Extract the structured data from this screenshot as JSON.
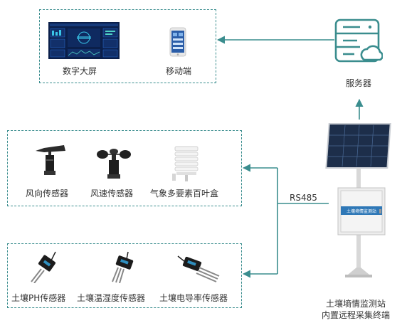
{
  "display_group": {
    "digital_screen_label": "数字大屏",
    "mobile_label": "移动端"
  },
  "server": {
    "label": "服务器"
  },
  "weather_group": {
    "wind_direction_label": "风向传感器",
    "wind_speed_label": "风速传感器",
    "louver_box_label": "气象多要素百叶盒"
  },
  "soil_group": {
    "ph_label": "土壤PH传感器",
    "temp_humidity_label": "土壤温湿度传感器",
    "conductivity_label": "土壤电导率传感器"
  },
  "link": {
    "protocol_label": "RS485"
  },
  "station": {
    "name_line1": "土壤墒情监测站",
    "name_line2": "内置远程采集终端",
    "panel_text": "土壤墒情监测站"
  },
  "colors": {
    "accent": "#3a8d8e",
    "screen_bg": "#0b1f4a"
  }
}
